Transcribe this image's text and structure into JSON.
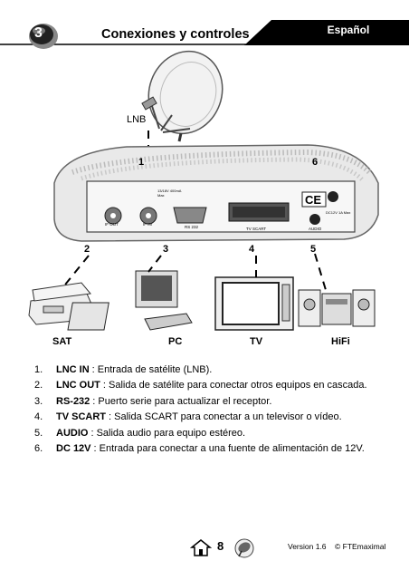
{
  "header": {
    "section_number": "3",
    "title": "Conexiones y controles",
    "language": "Español"
  },
  "diagram": {
    "lnb_label": "LNB",
    "callouts": [
      "1",
      "6",
      "2",
      "3",
      "4",
      "5"
    ],
    "panel_labels": {
      "if_out": "IF OUT",
      "if_in": "IF IN",
      "rs232": "RS 232",
      "tv_scart": "TV SCART",
      "audio": "AUDIO",
      "dc": "DC12V 1A Max",
      "lnb_spec": "13/18V 400mA Max"
    },
    "devices": {
      "sat": "SAT",
      "pc": "PC",
      "tv": "TV",
      "hifi": "HiFi"
    }
  },
  "list": [
    {
      "n": "1.",
      "term": "LNC IN",
      "text": ": Entrada de satélite (LNB)."
    },
    {
      "n": "2.",
      "term": "LNC OUT",
      "text": ": Salida de satélite para conectar otros equipos en cascada."
    },
    {
      "n": "3.",
      "term": "RS-232",
      "text": ":  Puerto serie para actualizar el receptor."
    },
    {
      "n": "4.",
      "term": "TV SCART",
      "text": ": Salida SCART para conectar a un televisor o vídeo."
    },
    {
      "n": "5.",
      "term": "AUDIO",
      "text": ":  Salida audio para equipo estéreo."
    },
    {
      "n": "6.",
      "term": "DC 12V",
      "text": ":  Entrada para conectar a una fuente de alimentación de 12V."
    }
  ],
  "footer": {
    "page": "8",
    "version": "Version 1.6",
    "copyright": "© FTEmaximal"
  }
}
